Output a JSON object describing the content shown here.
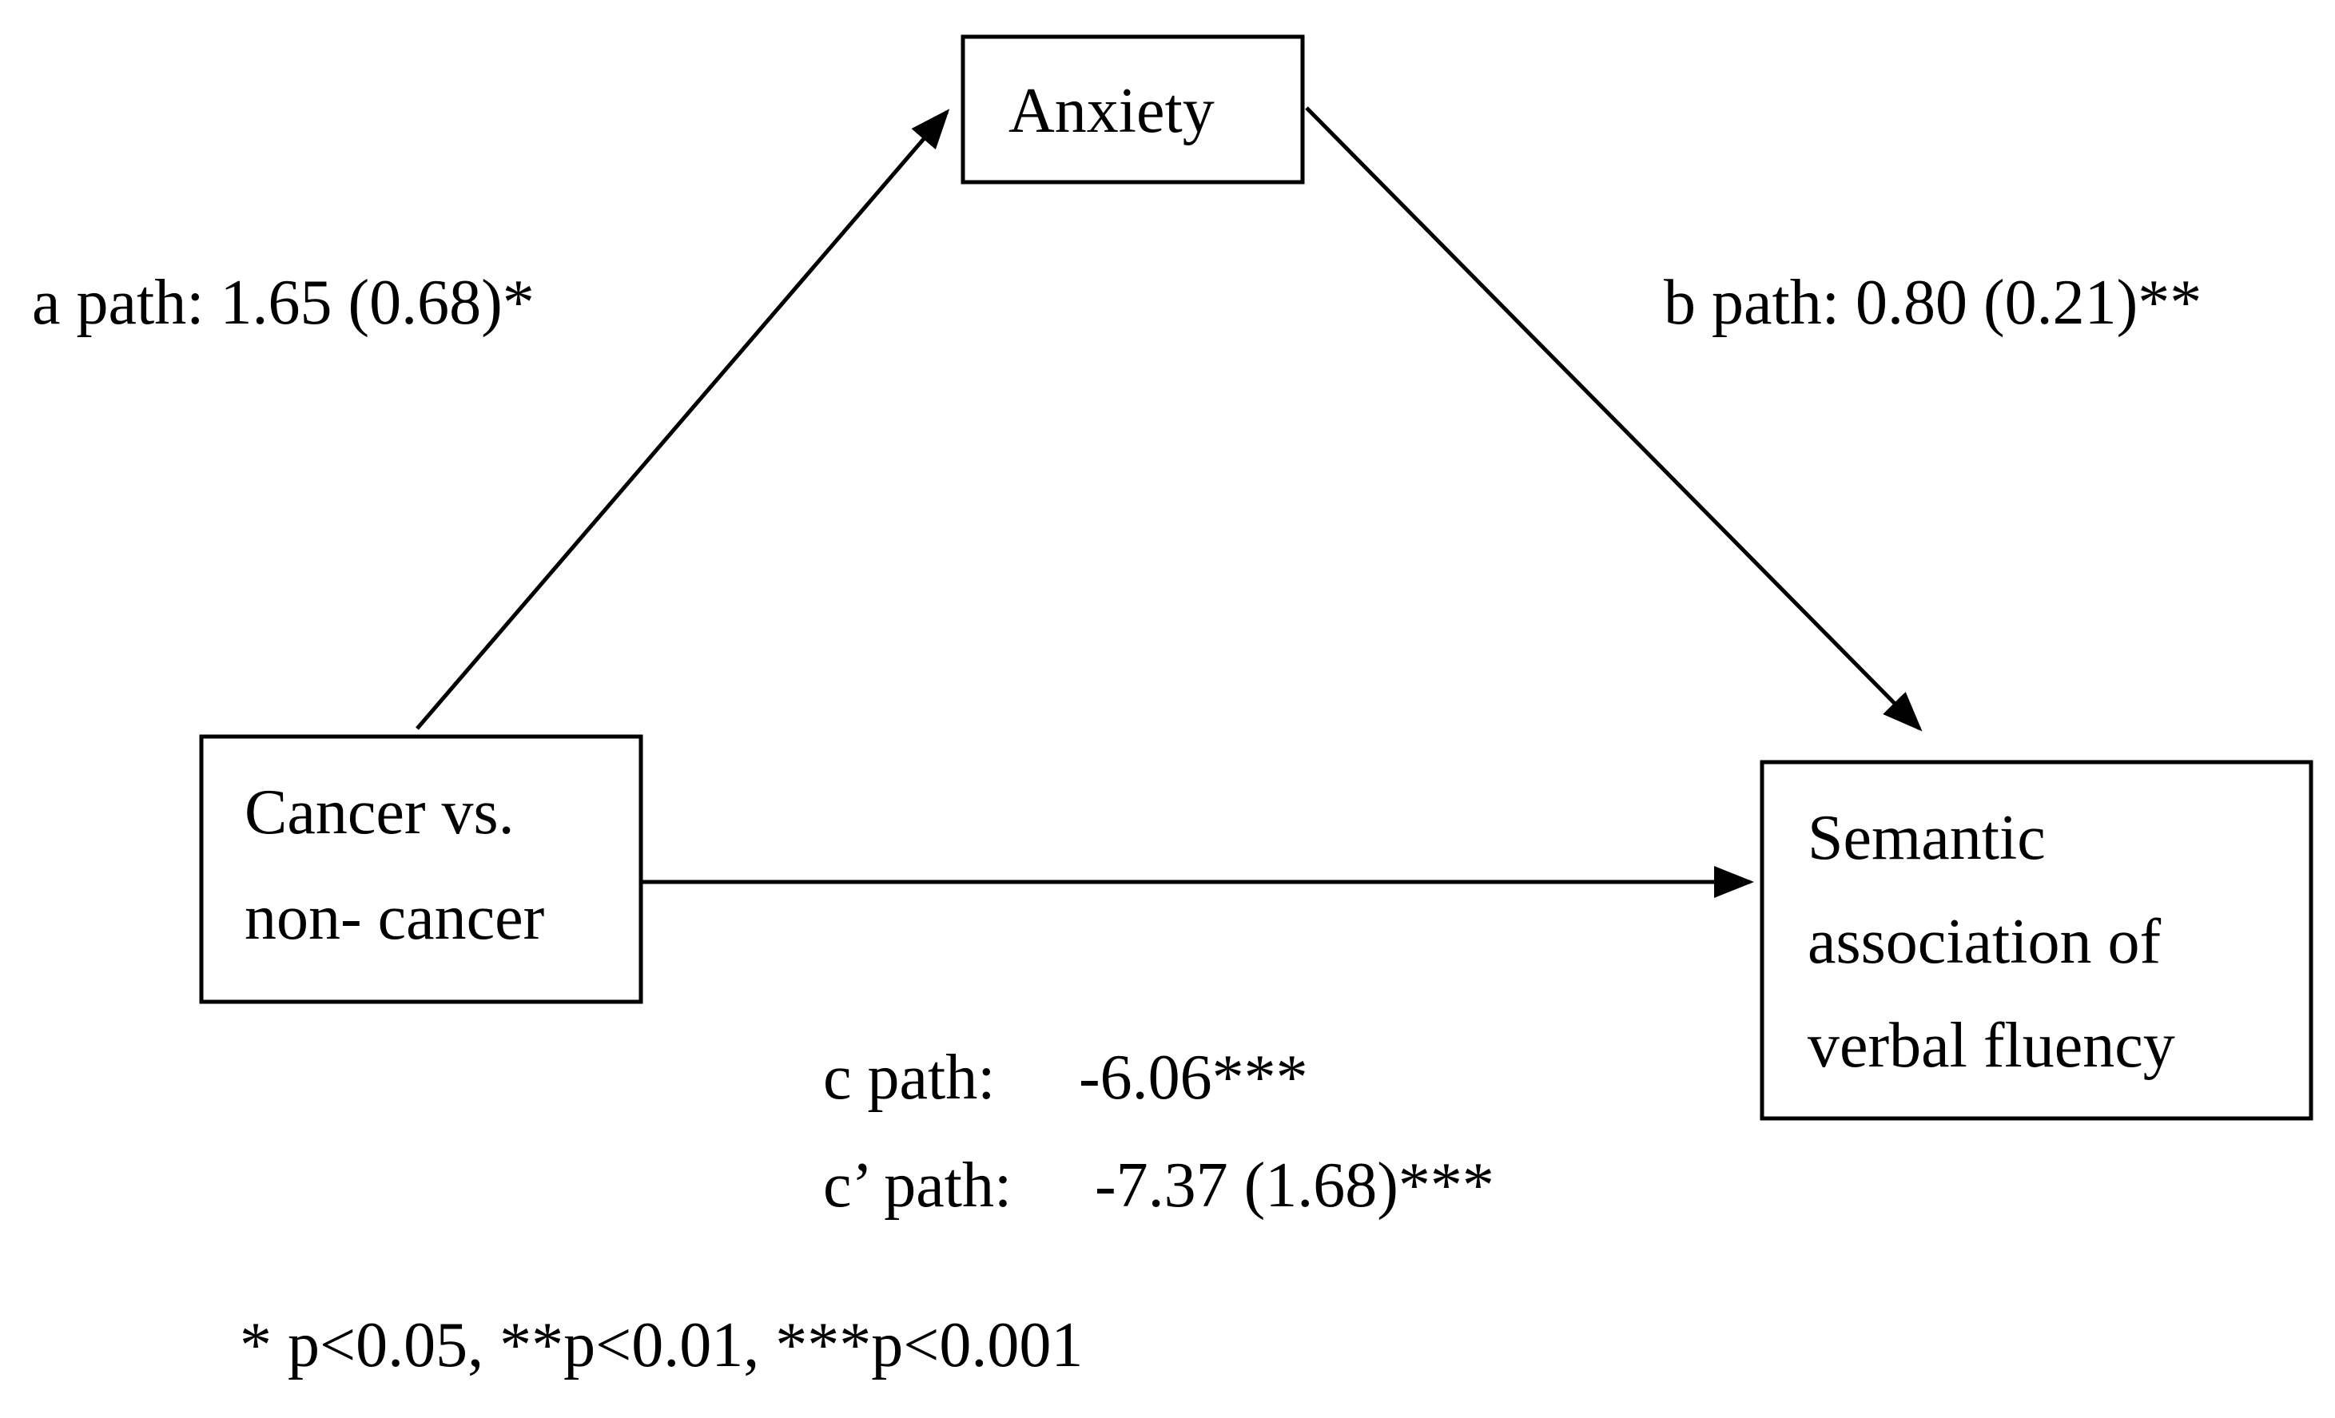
{
  "diagram": {
    "nodes": {
      "anxiety": {
        "lines": [
          "Anxiety"
        ]
      },
      "cancer": {
        "lines": [
          "Cancer vs.",
          "non- cancer"
        ]
      },
      "semantic": {
        "lines": [
          "Semantic",
          "association of",
          "verbal fluency"
        ]
      }
    },
    "paths": {
      "a": {
        "label": "a path: 1.65 (0.68)*"
      },
      "b": {
        "label": "b path: 0.80 (0.21)**"
      },
      "c": {
        "label": "c path:",
        "value": "-6.06***"
      },
      "c_prime": {
        "label": "c’ path:",
        "value": "-7.37 (1.68)***"
      }
    },
    "edges": [
      {
        "from": "Cancer vs. non- cancer",
        "to": "Anxiety",
        "label": "a path"
      },
      {
        "from": "Anxiety",
        "to": "Semantic association of verbal fluency",
        "label": "b path"
      },
      {
        "from": "Cancer vs. non- cancer",
        "to": "Semantic association of verbal fluency",
        "label": "c path / c’ path"
      }
    ],
    "footnote": "* p<0.05, **p<0.01, ***p<0.001"
  }
}
